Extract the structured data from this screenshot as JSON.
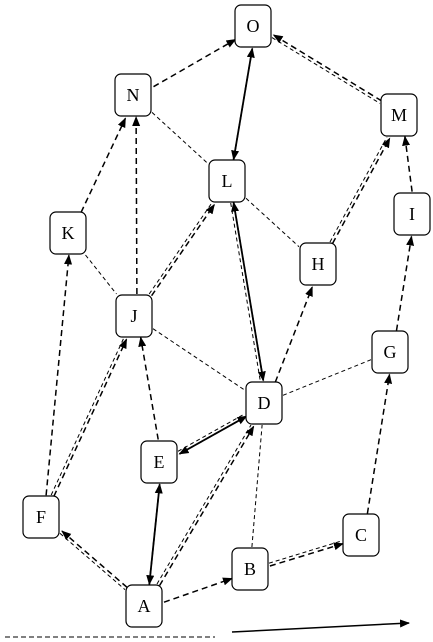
{
  "diagram": {
    "nodes": [
      {
        "id": "O",
        "label": "O"
      },
      {
        "id": "N",
        "label": "N"
      },
      {
        "id": "M",
        "label": "M"
      },
      {
        "id": "L",
        "label": "L"
      },
      {
        "id": "I",
        "label": "I"
      },
      {
        "id": "K",
        "label": "K"
      },
      {
        "id": "H",
        "label": "H"
      },
      {
        "id": "J",
        "label": "J"
      },
      {
        "id": "G",
        "label": "G"
      },
      {
        "id": "D",
        "label": "D"
      },
      {
        "id": "E",
        "label": "E"
      },
      {
        "id": "F",
        "label": "F"
      },
      {
        "id": "C",
        "label": "C"
      },
      {
        "id": "B",
        "label": "B"
      },
      {
        "id": "A",
        "label": "A"
      }
    ],
    "edges_thin": [
      [
        "O",
        "M"
      ],
      [
        "N",
        "L"
      ],
      [
        "K",
        "J"
      ],
      [
        "J",
        "D"
      ],
      [
        "L",
        "H"
      ],
      [
        "D",
        "G"
      ],
      [
        "H",
        "M"
      ],
      [
        "F",
        "A"
      ],
      [
        "E",
        "D"
      ],
      [
        "A",
        "D"
      ],
      [
        "B",
        "D"
      ],
      [
        "B",
        "C"
      ],
      [
        "F",
        "J"
      ],
      [
        "J",
        "L"
      ],
      [
        "L",
        "D"
      ]
    ],
    "edges_dashed_arrow": [
      [
        "A",
        "F"
      ],
      [
        "F",
        "K"
      ],
      [
        "K",
        "N"
      ],
      [
        "N",
        "O"
      ],
      [
        "J",
        "N"
      ],
      [
        "F",
        "J"
      ],
      [
        "A",
        "E"
      ],
      [
        "E",
        "J"
      ],
      [
        "J",
        "L"
      ],
      [
        "L",
        "O"
      ],
      [
        "D",
        "L"
      ],
      [
        "D",
        "H"
      ],
      [
        "H",
        "M"
      ],
      [
        "M",
        "O"
      ],
      [
        "A",
        "B"
      ],
      [
        "B",
        "C"
      ],
      [
        "C",
        "G"
      ],
      [
        "G",
        "I"
      ],
      [
        "I",
        "M"
      ],
      [
        "E",
        "D"
      ],
      [
        "A",
        "D"
      ]
    ],
    "edges_solid_arrow": [
      [
        "O",
        "L"
      ],
      [
        "L",
        "D"
      ],
      [
        "D",
        "E"
      ],
      [
        "E",
        "A"
      ]
    ]
  }
}
